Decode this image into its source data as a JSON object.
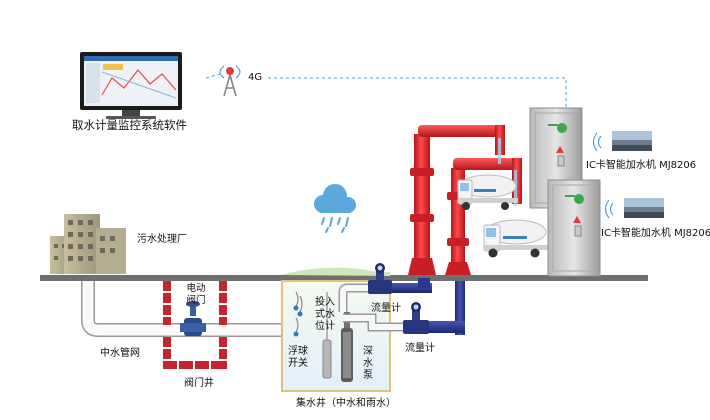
{
  "software_label": "取水计量监控系统软件",
  "network_label": "4G",
  "sewage_plant_label": "污水处理厂",
  "electric_valve_label": "电动阀门",
  "pipe_network_label": "中水管网",
  "valve_well_label": "阀门井",
  "input_level_meter_label": "投入式水位计",
  "float_switch_label": "浮球开关",
  "deep_well_pump_label": "深水泵",
  "collection_well_label": "集水井（中水和雨水）",
  "flowmeter_top_label": "流量计",
  "flowmeter_bottom_label": "流量计",
  "machine_top_label": "IC卡智能加水机 MJ8206",
  "machine_bottom_label": "IC卡智能加水机 MJ8206",
  "colors": {
    "red_pipe": "#e8262c",
    "blue_pipe": "#27348b",
    "ground": "#6f6f6f",
    "brick": "#c3262e",
    "dashed_link": "#3fa3d8",
    "well_fill": "#eaf4fb"
  }
}
